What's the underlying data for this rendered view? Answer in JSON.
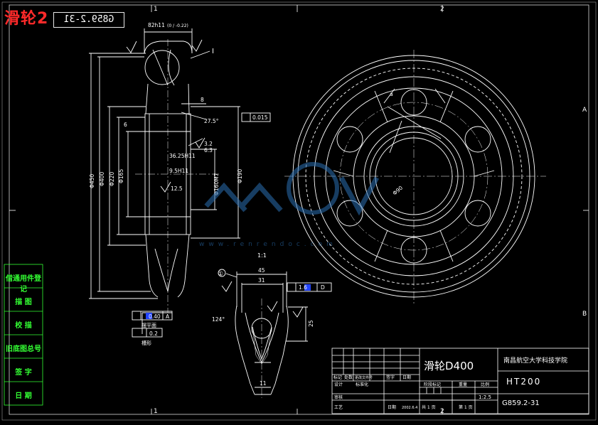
{
  "header": {
    "red_title": "滑轮2",
    "mirror_code": "G859.2-31"
  },
  "side_labels": [
    "借通用件登记",
    "描 图",
    "校 描",
    "旧底图总号",
    "签 字",
    "日 期"
  ],
  "border": {
    "top_marks": [
      "1",
      "2"
    ],
    "right_marks": [
      "A",
      "B"
    ]
  },
  "annotations": {
    "top_dim": "82h11",
    "top_tol": "(0 / -0.22)",
    "dim_8": "8",
    "roman_I": "I",
    "rough_a": "3.2",
    "rough_b": "6.3",
    "rough_c": "12.5",
    "ang_a": "27.5°",
    "gd_flat": "0.015",
    "d_450": "Φ450",
    "d_400": "Φ400",
    "d_220": "Φ220",
    "d_165": "Φ165",
    "d_190": "Φ190",
    "d_160": "Φ160M7",
    "dim_36": "36.25H11",
    "dim_95": "9.5H11",
    "dim_6": "6",
    "d_90": "Φ90",
    "dim_a": "a",
    "scale_11": "1:1",
    "circle_1": "①",
    "dim_45": "45",
    "dim_31": "31",
    "dim_25": "25",
    "dim_11": "11",
    "ang_124": "124°",
    "gd_16": "1.6",
    "gd_d": "D",
    "gd_040": "0.40",
    "gd_A": "A",
    "gd_02": "0.2",
    "lbl_flat": "摆平面",
    "lbl_shape": "槽形"
  },
  "title_block": {
    "part_name": "滑轮D400",
    "org": "南昌航空大学科技学院",
    "material": "HT200",
    "drawing_no": "G859.2-31",
    "col_mark": "阶段标记",
    "col_weight": "重量",
    "col_scale": "比例",
    "scale": "1:2.5",
    "sheet_total": "共 1 页",
    "sheet_no": "第 1 页",
    "date_label": "日期",
    "date": "2002.6.4",
    "h_mark": "标记",
    "h_count": "处数",
    "h_file": "更改文件号",
    "h_sign": "签字",
    "h_date": "日期",
    "h_design": "设计",
    "h_std": "标准化",
    "h_check": "审核",
    "h_proc": "工艺"
  },
  "watermark": {
    "text": "www.renrendoc.com"
  }
}
